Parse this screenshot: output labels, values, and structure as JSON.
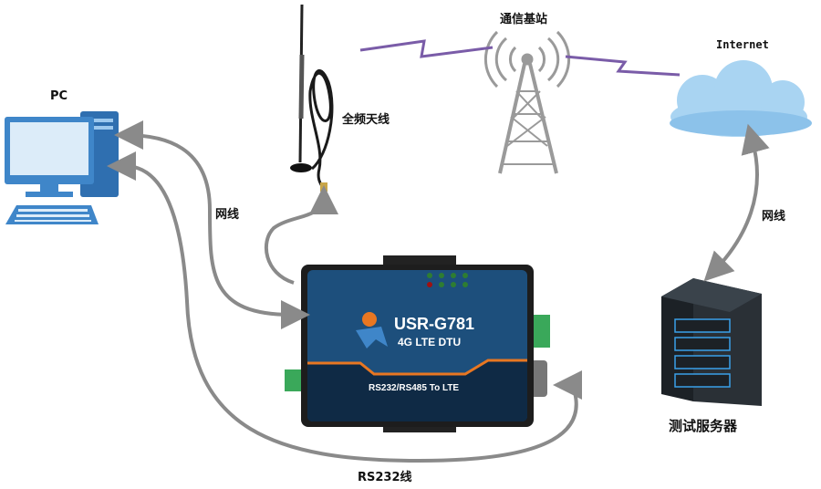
{
  "labels": {
    "pc": "PC",
    "antenna": "全频天线",
    "base_station": "通信基站",
    "internet": "Internet",
    "cable_left": "网线",
    "cable_right": "网线",
    "server": "测试服务器",
    "rs232_cable": "RS232线"
  },
  "device": {
    "model": "USR-G781",
    "subtitle": "4G LTE DTU",
    "interface": "RS232/RS485 To LTE"
  },
  "colors": {
    "device_blue": "#1d4f7c",
    "device_dark": "#0f2a45",
    "accent_orange": "#e87722",
    "arrow_gray": "#8a8a8a",
    "signal_purple": "#7a5ca8",
    "pc_blue": "#3f86c9",
    "cloud_blue": "#a9d4f2",
    "server_dark": "#1c2126",
    "server_led": "#3aa0e8"
  }
}
